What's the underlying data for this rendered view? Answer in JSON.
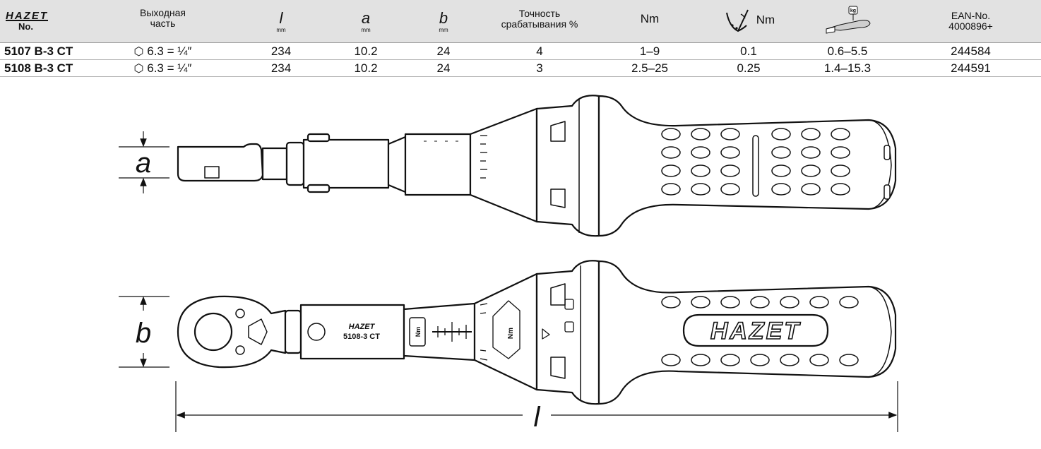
{
  "header": {
    "brand": "HAZET",
    "no": "No.",
    "drive_line1": "Выходная",
    "drive_line2": "часть",
    "dim_l": "l",
    "dim_a": "a",
    "dim_b": "b",
    "unit_mm": "mm",
    "accuracy_line1": "Точность",
    "accuracy_line2": "срабатывания %",
    "nm": "Nm",
    "increment_unit": "Nm",
    "kg_badge": "kg",
    "ean_line1": "EAN-No.",
    "ean_line2": "4000896+"
  },
  "rows": [
    {
      "no": "5107 B-3 CT",
      "drive": "6.3 = ¼″",
      "l": "234",
      "a": "10.2",
      "b": "24",
      "accuracy": "4",
      "range": "1–9",
      "increment": "0.1",
      "kg_range": "0.6–5.5",
      "ean": "244584"
    },
    {
      "no": "5108 B-3 CT",
      "drive": "6.3 = ¼″",
      "l": "234",
      "a": "10.2",
      "b": "24",
      "accuracy": "3",
      "range": "2.5–25",
      "increment": "0.25",
      "kg_range": "1.4–15.3",
      "ean": "244591"
    }
  ],
  "drawing": {
    "label_a": "a",
    "label_b": "b",
    "label_l": "l",
    "side_model": "5108-3 CT",
    "side_nm": "Nm",
    "side_o_nm": "Nm",
    "grip_logo": "HAZET"
  },
  "colors": {
    "header_bg": "#e2e2e2",
    "line": "#111111",
    "grip_fill": "#ffffff"
  }
}
